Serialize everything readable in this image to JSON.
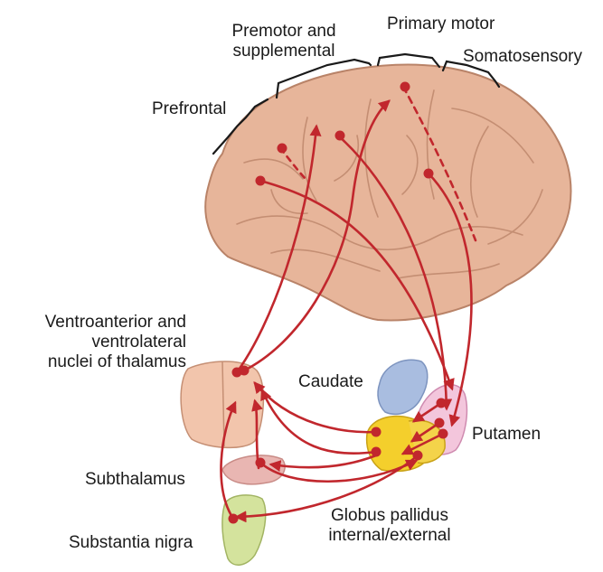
{
  "labels": {
    "premotor": [
      "Premotor and",
      "supplemental"
    ],
    "primary_motor": "Primary motor",
    "somatosensory": "Somatosensory",
    "prefrontal": "Prefrontal",
    "thalamus": [
      "Ventroanterior and",
      "ventrolateral",
      "nuclei of thalamus"
    ],
    "caudate": "Caudate",
    "putamen": "Putamen",
    "subthalamus": "Subthalamus",
    "globus_pallidus": [
      "Globus pallidus",
      "internal/external"
    ],
    "substantia_nigra": "Substantia nigra"
  },
  "colors": {
    "brain_fill": "#e7b59a",
    "brain_stroke": "#b98368",
    "pathway": "#c1272d",
    "thalamus_fill": "#f2c5ac",
    "caudate_fill": "#a9bde0",
    "putamen_fill": "#f3c6dc",
    "globus_pallidus_fill": "#f4cf2c",
    "subthalamus_fill": "#e9b6b2",
    "substantia_nigra_fill": "#d4e39d"
  }
}
